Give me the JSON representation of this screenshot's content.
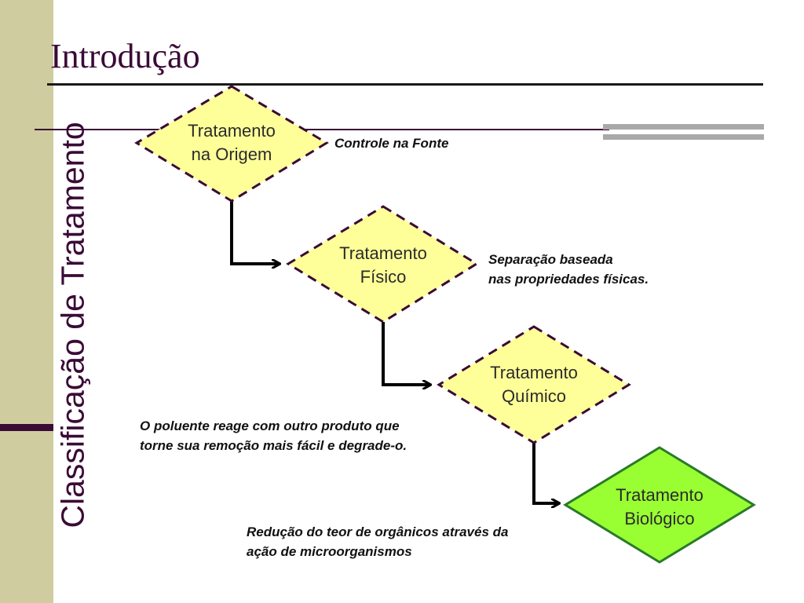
{
  "slide": {
    "title": "Introdução",
    "side_title": "Classificação de Tratamento"
  },
  "colors": {
    "band": "#cfcda0",
    "accent": "#3a0b36",
    "diamond_fill": "#ffff99",
    "diamond_stroke": "#3a0b36",
    "bio_fill": "#99ff33",
    "bio_stroke": "#2a7a2a",
    "grey_bar": "#a9a9a9"
  },
  "diagram": {
    "nodes": [
      {
        "line1": "Tratamento",
        "line2": "na Origem"
      },
      {
        "line1": "Tratamento",
        "line2": "Físico"
      },
      {
        "line1": "Tratamento",
        "line2": "Químico"
      },
      {
        "line1": "Tratamento",
        "line2": "Biológico"
      }
    ],
    "notes": {
      "origem": "Controle na Fonte",
      "fisico": [
        "Separação baseada",
        "nas propriedades físicas."
      ],
      "quimico": [
        "O poluente reage com outro produto que",
        "torne sua remoção mais fácil e degrade-o."
      ],
      "biologico": [
        "Redução do teor de orgânicos através da",
        "ação de microorganismos"
      ]
    }
  }
}
